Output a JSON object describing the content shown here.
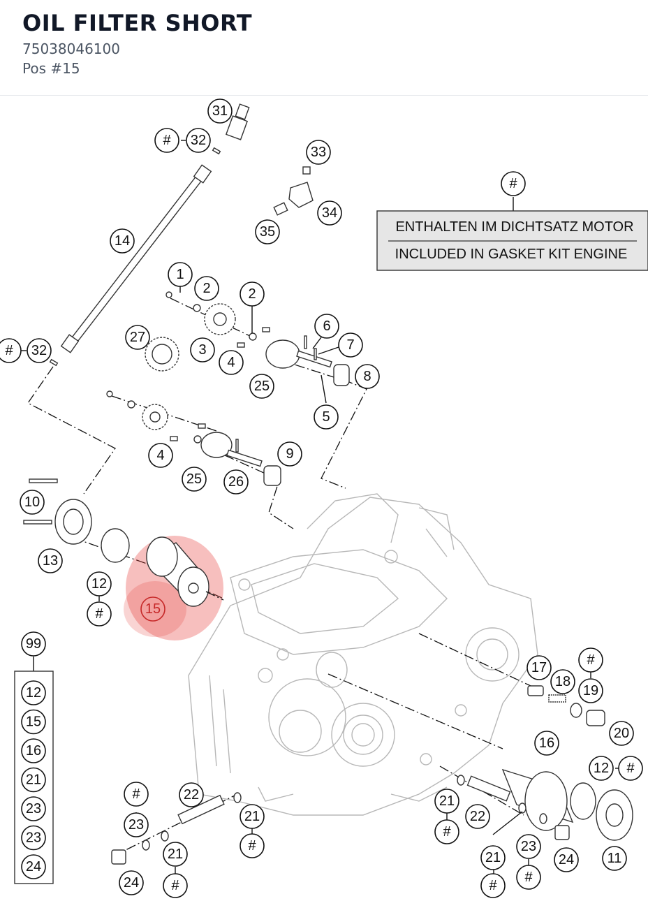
{
  "header": {
    "title": "OIL FILTER SHORT",
    "part_number": "75038046100",
    "position": "Pos #15"
  },
  "note": {
    "callout": "#",
    "line_de": "ENTHALTEN IM DICHTSATZ MOTOR",
    "line_en": "INCLUDED IN GASKET KIT ENGINE"
  },
  "highlight": {
    "label": "15",
    "color": "#e53935"
  },
  "kit": {
    "label": "99",
    "items": [
      "12",
      "15",
      "16",
      "21",
      "23",
      "23",
      "24"
    ]
  },
  "callouts": [
    "31",
    "#",
    "32",
    "33",
    "34",
    "35",
    "14",
    "#",
    "32",
    "1",
    "2",
    "2",
    "27",
    "3",
    "4",
    "6",
    "7",
    "8",
    "25",
    "5",
    "4",
    "25",
    "26",
    "9",
    "10",
    "13",
    "12",
    "#",
    "17",
    "18",
    "#",
    "19",
    "20",
    "16",
    "12",
    "#",
    "#",
    "23",
    "22",
    "21",
    "#",
    "21",
    "#",
    "24",
    "21",
    "#",
    "22",
    "21",
    "#",
    "23",
    "#",
    "24",
    "11"
  ]
}
